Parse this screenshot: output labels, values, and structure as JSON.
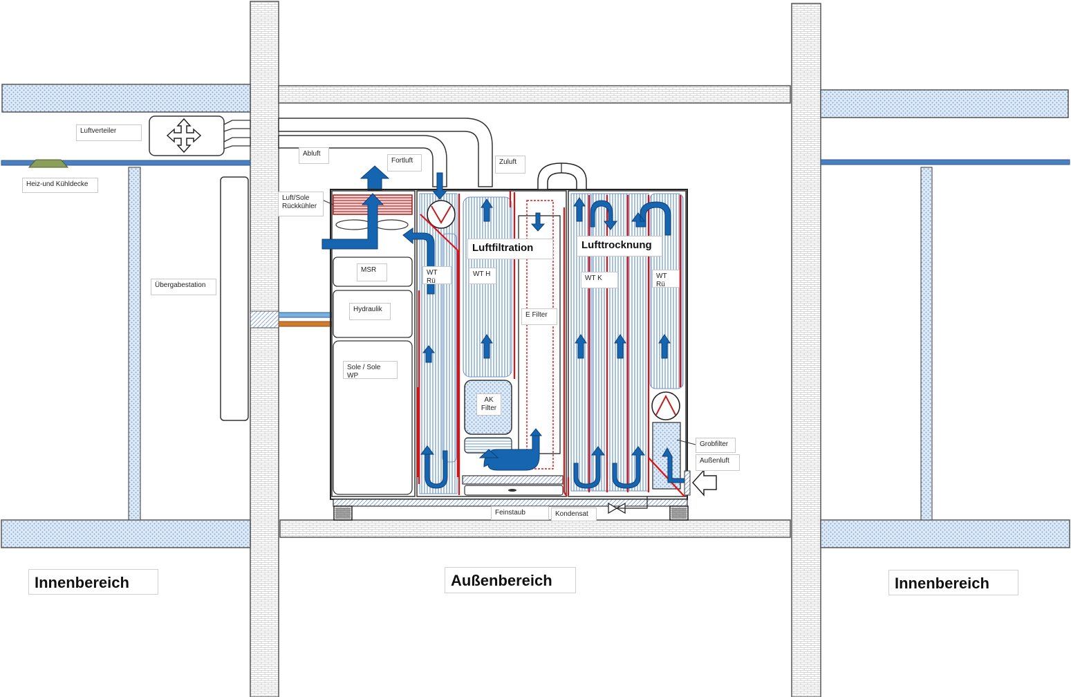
{
  "labels": {
    "luftverteiler": "Luftverteiler",
    "heiz_kuehldecke": "Heiz-und Kühldecke",
    "uebergabestation": "Übergabestation",
    "abluft": "Abluft",
    "fortluft": "Fortluft",
    "zuluft": "Zuluft",
    "rueckkuehler": "Luft/Sole\nRückkühler",
    "msr": "MSR",
    "hydraulik": "Hydraulik",
    "sole_wp": "Sole / Sole WP",
    "wt_rue_left": "WT Rü",
    "wt_h": "WT H",
    "e_filter": "E Filter",
    "ak_filter": "AK\nFilter",
    "wt_k": "WT K",
    "wt_rue_right": "WT Rü",
    "grobfilter": "Grobfilter",
    "aussenluft": "Außenluft",
    "feinstaub": "Feinstaub",
    "kondensat": "Kondensat"
  },
  "section_titles": {
    "luftfiltration": "Luftfiltration",
    "lufttrocknung": "Lufttrocknung"
  },
  "areas": {
    "innen_left": "Innenbereich",
    "aussen": "Außenbereich",
    "innen_right": "Innenbereich"
  },
  "colors": {
    "flow_arrow": "#1565b0",
    "heating_line": "#e01010",
    "wall_hatch": "#a9c6e8",
    "ceiling_pipe": "#4a7fc0",
    "warm_pipe": "#d27a2c",
    "cool_pipe": "#7ab0e0"
  }
}
